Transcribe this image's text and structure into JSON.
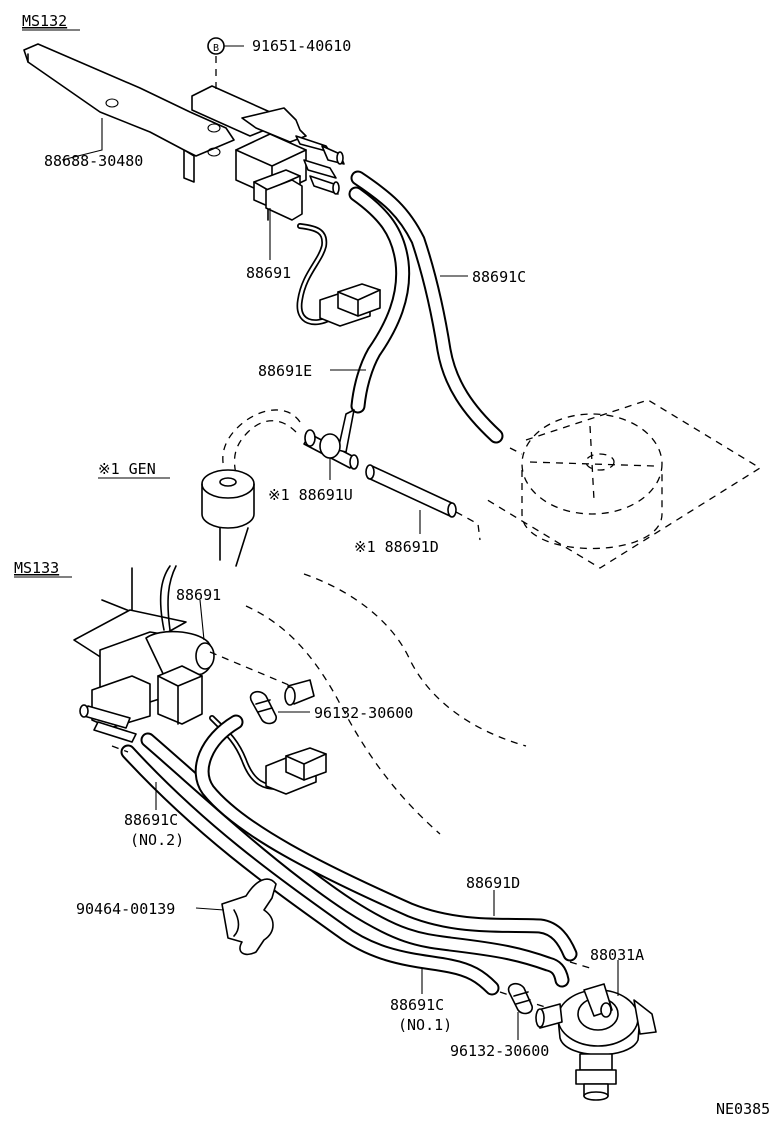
{
  "sections": {
    "top": "MS132",
    "bottom": "MS133"
  },
  "labels": {
    "bolt_symbol": "B",
    "bolt": "91651-40610",
    "bracket_top": "88688-30480",
    "vsv_top": "88691",
    "hose_c": "88691C",
    "hose_e": "88691E",
    "gen_note": "※1 GEN",
    "union": "※1 88691U",
    "hose_d_top": "※1 88691D",
    "vsv_bottom": "88691",
    "clamp_top": "96132-30600",
    "hose_c_no2_part": "88691C",
    "hose_c_no2_num": "(NO.2)",
    "clip": "90464-00139",
    "hose_d_bottom": "88691D",
    "actuator": "88031A",
    "hose_c_no1_part": "88691C",
    "hose_c_no1_num": "(NO.1)",
    "clamp_bottom": "96132-30600",
    "ref_code": "NE0385"
  }
}
